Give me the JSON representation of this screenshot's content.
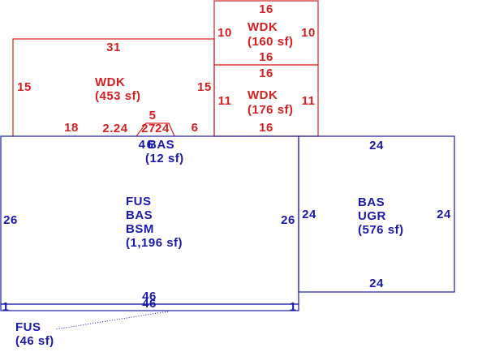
{
  "colors": {
    "deck": "#d42020",
    "building": "#1a1aa8",
    "background": "#ffffff"
  },
  "wdk_main": {
    "name": "WDK",
    "area": "(453 sf)",
    "top": "31",
    "left": "15",
    "right": "15",
    "bottom_left": "18",
    "bottom_mid": "2.24",
    "bottom_mid2": "27",
    "bottom_mid3": "24",
    "bottom_right": "6",
    "step_top": "5"
  },
  "wdk_upper": {
    "name": "WDK",
    "area": "(160 sf)",
    "top": "16",
    "left": "10",
    "right": "10",
    "bottom": "16"
  },
  "wdk_middle": {
    "name": "WDK",
    "area": "(176 sf)",
    "top": "16",
    "left": "11",
    "right": "11",
    "bottom": "16"
  },
  "bay": {
    "name": "BAS",
    "area": "(12 sf)",
    "dim_a": "4",
    "dim_b": "6"
  },
  "main_house": {
    "line1": "FUS",
    "line2": "BAS",
    "line3": "BSM",
    "area": "(1,196 sf)",
    "left": "26",
    "right": "26",
    "bottom": "46"
  },
  "garage": {
    "line1": "BAS",
    "line2": "UGR",
    "area": "(576 sf)",
    "top": "24",
    "left": "24",
    "right": "24",
    "bottom": "24"
  },
  "strip": {
    "name": "FUS",
    "area": "(46 sf)",
    "top": "46",
    "left": "1",
    "right": "1"
  }
}
